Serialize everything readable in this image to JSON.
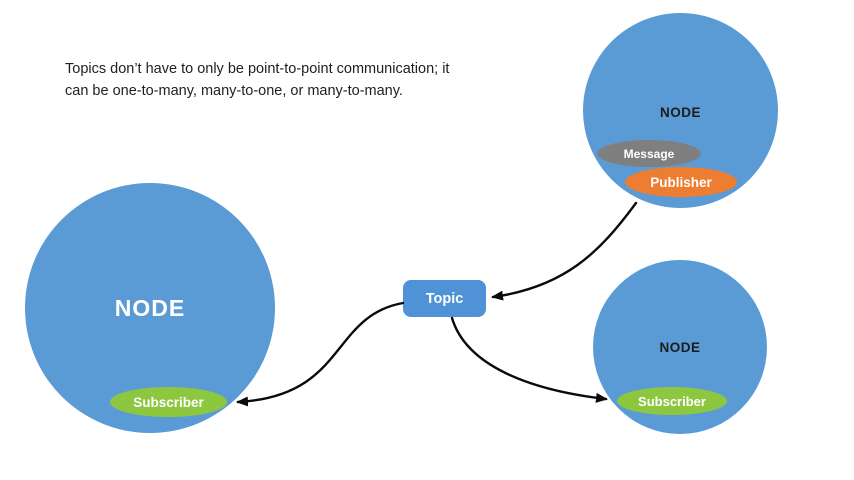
{
  "colors": {
    "node_fill": "#5b9bd5",
    "topic_fill": "#4f92d6",
    "message_fill": "#7f7f7f",
    "publisher_fill": "#ed7d31",
    "subscriber_fill": "#8dc63f",
    "arrow": "#0a0a0a",
    "caption_text": "#1f1f1f",
    "node_text_light": "#ffffff",
    "node_text_dark": "#1c1c1c"
  },
  "caption": {
    "lines": [
      "Topics don’t have to only be point-to-point communication; it",
      "can be one-to-many, many-to-one, or many-to-many."
    ]
  },
  "topic": {
    "label": "Topic"
  },
  "nodes": {
    "left": {
      "label": "NODE",
      "subscriber": "Subscriber"
    },
    "top_right": {
      "label": "NODE",
      "message": "Message",
      "publisher": "Publisher"
    },
    "bottom_right": {
      "label": "NODE",
      "subscriber": "Subscriber"
    }
  }
}
